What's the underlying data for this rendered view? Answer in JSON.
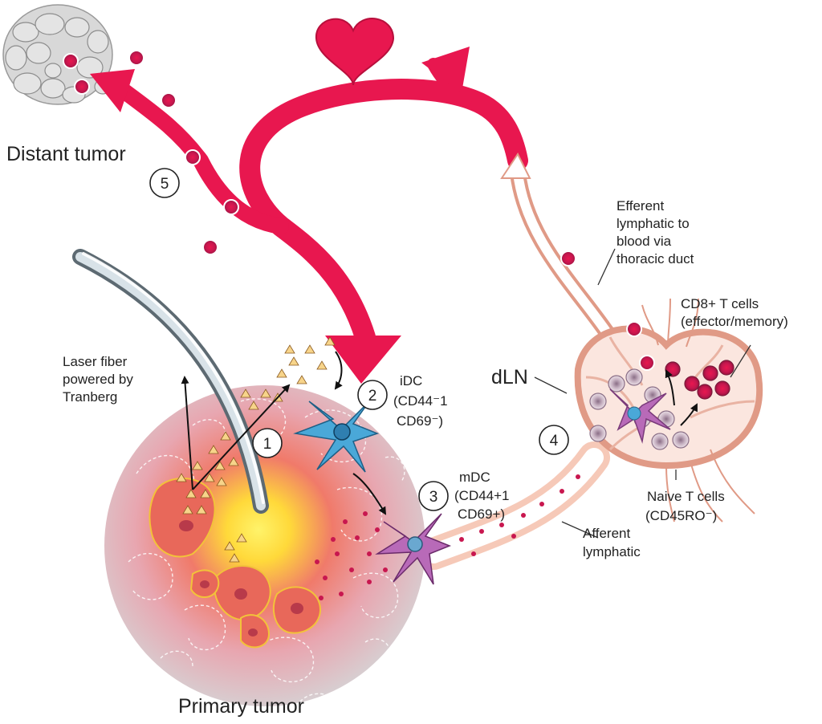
{
  "labels": {
    "distant_tumor": "Distant tumor",
    "primary_tumor": "Primary tumor",
    "dln": "dLN",
    "laser_fiber": [
      "Laser fiber",
      "powered by",
      "Tranberg"
    ],
    "idc": [
      "iDC",
      "(CD44⁻1",
      "CD69⁻)"
    ],
    "mdc": [
      "mDC",
      "(CD44+1",
      "CD69+)"
    ],
    "efferent": [
      "Efferent",
      "lymphatic to",
      "blood via",
      "thoracic duct"
    ],
    "cd8": [
      "CD8+ T cells",
      "(effector/memory)"
    ],
    "naive": [
      "Naive T cells",
      "(CD45RO⁻)"
    ],
    "afferent": [
      "Afferent",
      "lymphatic"
    ]
  },
  "steps": [
    "1",
    "2",
    "3",
    "4",
    "5"
  ],
  "colors": {
    "blood_red": "#e8174f",
    "lymph_pink": "#f6c9b8",
    "lymph_edge": "#e09a86",
    "tumor_core": "#ffe54a",
    "tumor_outer": "#d9c2c6",
    "tcell": "#c8174f",
    "naive_cell": "#b99ab0",
    "idc": "#4aa8d8",
    "mdc": "#b86ab8"
  }
}
